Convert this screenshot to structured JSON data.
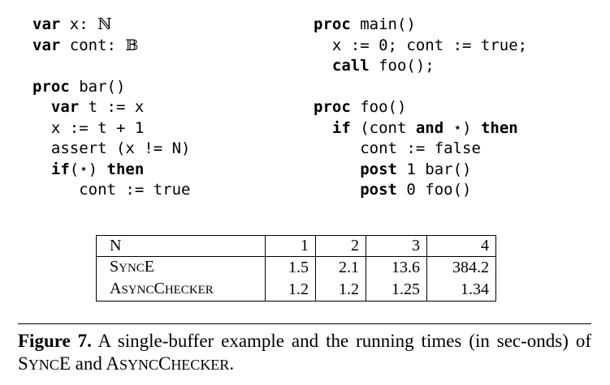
{
  "code_left": [
    [
      {
        "t": "var",
        "k": true
      },
      {
        "t": " x: ",
        "k": false
      },
      {
        "t": "ℕ",
        "k": false,
        "s": true
      }
    ],
    [
      {
        "t": "var",
        "k": true
      },
      {
        "t": " cont: ",
        "k": false
      },
      {
        "t": "𝔹",
        "k": false,
        "s": true
      }
    ],
    [],
    [
      {
        "t": "proc",
        "k": true
      },
      {
        "t": " bar()",
        "k": false
      }
    ],
    [
      {
        "t": "  ",
        "k": false
      },
      {
        "t": "var",
        "k": true
      },
      {
        "t": " t := x",
        "k": false
      }
    ],
    [
      {
        "t": "  x := t + 1",
        "k": false
      }
    ],
    [
      {
        "t": "  assert (x != N)",
        "k": false
      }
    ],
    [
      {
        "t": "  ",
        "k": false
      },
      {
        "t": "if",
        "k": true
      },
      {
        "t": "(⋆) ",
        "k": false
      },
      {
        "t": "then",
        "k": true
      }
    ],
    [
      {
        "t": "     cont := true",
        "k": false
      }
    ]
  ],
  "code_right": [
    [
      {
        "t": "proc",
        "k": true
      },
      {
        "t": " main()",
        "k": false
      }
    ],
    [
      {
        "t": "  x := 0; cont := true;",
        "k": false
      }
    ],
    [
      {
        "t": "  ",
        "k": false
      },
      {
        "t": "call",
        "k": true
      },
      {
        "t": " foo();",
        "k": false
      }
    ],
    [],
    [
      {
        "t": "proc",
        "k": true
      },
      {
        "t": " foo()",
        "k": false
      }
    ],
    [
      {
        "t": "  ",
        "k": false
      },
      {
        "t": "if",
        "k": true
      },
      {
        "t": " (cont ",
        "k": false
      },
      {
        "t": "and",
        "k": true
      },
      {
        "t": " ⋆) ",
        "k": false
      },
      {
        "t": "then",
        "k": true
      }
    ],
    [
      {
        "t": "     cont := false",
        "k": false
      }
    ],
    [
      {
        "t": "     ",
        "k": false
      },
      {
        "t": "post",
        "k": true
      },
      {
        "t": " 1 bar()",
        "k": false
      }
    ],
    [
      {
        "t": "     ",
        "k": false
      },
      {
        "t": "post",
        "k": true
      },
      {
        "t": " 0 foo()",
        "k": false
      }
    ]
  ],
  "table": {
    "header": {
      "label": "N",
      "values": [
        "1",
        "2",
        "3",
        "4"
      ]
    },
    "rows": [
      {
        "name_initial": "S",
        "name_rest": "YNC",
        "name_suffix": "E",
        "values": [
          "1.5",
          "2.1",
          "13.6",
          "384.2"
        ]
      },
      {
        "name_initial": "A",
        "name_rest": "SYNC",
        "name_suffix": "C",
        "name_rest2": "HECKER",
        "values": [
          "1.2",
          "1.2",
          "1.25",
          "1.34"
        ]
      }
    ]
  },
  "caption": {
    "label": "Figure 7.",
    "text_1": " A single-buffer example and the running times (in sec-onds) of ",
    "sync_initial": "S",
    "sync_rest": "YNC",
    "sync_suffix": "E",
    "text_2": " and ",
    "async_initial": "A",
    "async_rest": "SYNC",
    "async_c": "C",
    "async_rest2": "HECKER",
    "text_3": "."
  }
}
